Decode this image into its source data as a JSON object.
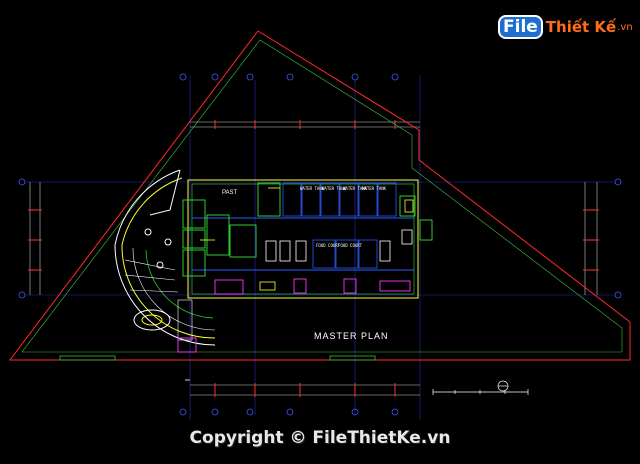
{
  "watermark": {
    "badge": "File",
    "rest": "Thiết Kế",
    "tld": ".vn"
  },
  "copyright": "Copyright © FileThietKe.vn",
  "drawing": {
    "plan_title": "MASTER PLAN",
    "zone_label": "PAST",
    "room_labels": [
      "WATER TANK",
      "WATER TANK",
      "WATER TANK",
      "WATER TANK",
      "FOOD COURT",
      "FOOD COURT"
    ]
  },
  "colors": {
    "background": "#000000",
    "boundary": "#ff2a2a",
    "walls_green": "#34e034",
    "walls_blue": "#2a5cff",
    "gridlines": "#3a3aff",
    "dimension": "#ffffff",
    "yellow": "#ffff33",
    "magenta": "#ff33ff"
  }
}
